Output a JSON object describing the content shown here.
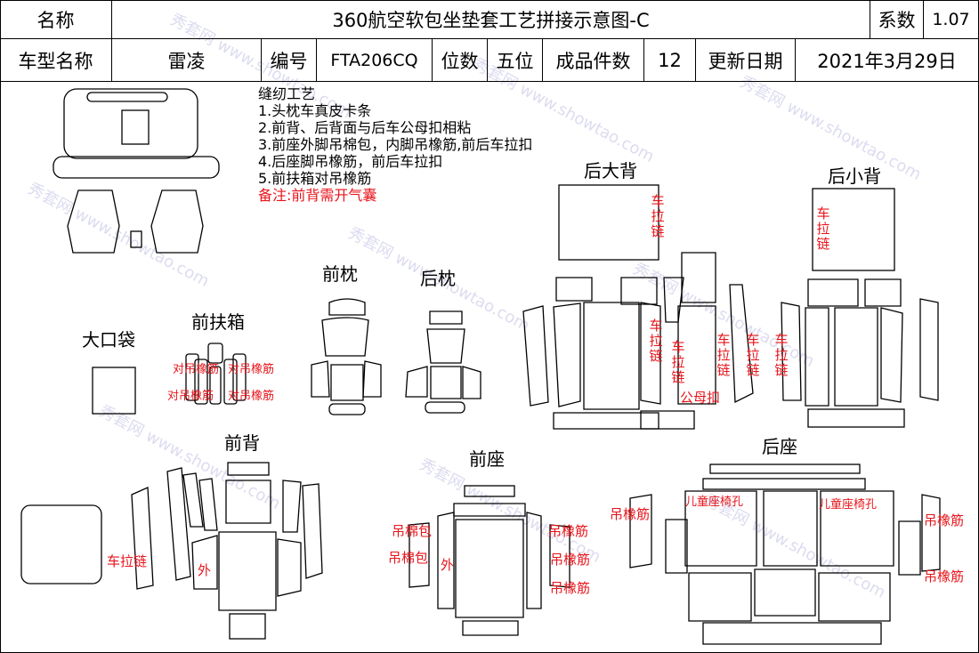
{
  "header": {
    "row1": {
      "name_label": "名称",
      "title": "360航空软包坐垫套工艺拼接示意图-C",
      "coef_label": "系数",
      "coef_value": "1.07"
    },
    "row2": {
      "model_label": "车型名称",
      "model_value": "雷凌",
      "code_label": "编号",
      "code_value": "FTA206CQ",
      "seats_label": "位数",
      "seats_value": "五位",
      "pieces_label": "成品件数",
      "pieces_value": "12",
      "date_label": "更新日期",
      "date_value": "2021年3月29日"
    }
  },
  "notes": {
    "title": "缝纫工艺",
    "items": [
      "1.头枕车真皮卡条",
      "2.前背、后背面与后车公母扣相粘",
      "3.前座外脚吊棉包，内脚吊橡筋,前后车拉扣",
      "4.后座脚吊橡筋，前后车拉扣",
      "5.前扶箱对吊橡筋"
    ],
    "remark": "备注:前背需开气囊"
  },
  "sections": {
    "big_pocket": "大口袋",
    "front_armrest": "前扶箱",
    "front_headrest": "前枕",
    "rear_headrest": "后枕",
    "rear_big_back": "后大背",
    "rear_small_back": "后小背",
    "front_back": "前背",
    "front_seat": "前座",
    "rear_seat": "后座"
  },
  "annotations": {
    "armrest_1": "对吊橡筋",
    "armrest_2": "对吊橡筋",
    "armrest_3": "对吊橡筋",
    "armrest_4": "对吊橡筋",
    "zipper": "车拉链",
    "snap": "公母扣",
    "front_back_zipper": "车拉链",
    "outer": "外",
    "cotton_pack_1": "吊棉包",
    "cotton_pack_2": "吊棉包",
    "outer_seat": "外",
    "elastic_1": "吊橡筋",
    "elastic_2": "吊橡筋",
    "elastic_3": "吊橡筋",
    "child_seat_1": "儿童座椅孔",
    "child_seat_2": "儿童座椅孔",
    "elastic_rl1": "吊橡筋",
    "elastic_rr1": "吊橡筋",
    "elastic_rr2": "吊橡筋"
  },
  "watermark": "秀套网 www.showtao.com"
}
